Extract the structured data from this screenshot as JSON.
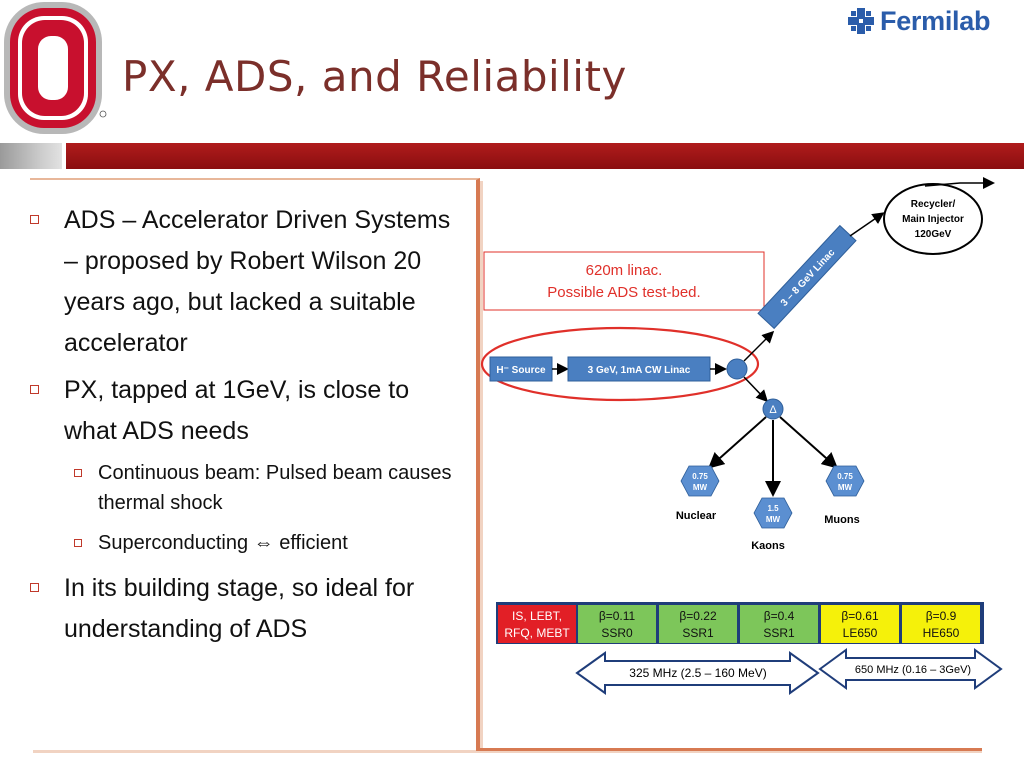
{
  "title": "PX, ADS, and Reliability",
  "brand": {
    "logo_text": "Fermilab",
    "accent": "#2a5caa",
    "title_color": "#7b2f2a",
    "band_color": "#a4161a"
  },
  "bullets": [
    {
      "text": "ADS – Accelerator Driven Systems – proposed by Robert Wilson 20 years ago, but lacked a suitable accelerator"
    },
    {
      "text": "PX, tapped at 1GeV, is close to what ADS needs",
      "sub": [
        {
          "text": "Continuous beam: Pulsed beam causes thermal shock"
        },
        {
          "text": "Superconducting ⇔ efficient"
        }
      ]
    },
    {
      "text": "In its building stage, so ideal for understanding of ADS"
    }
  ],
  "diagram": {
    "linac_note_1": "620m linac.",
    "linac_note_2": "Possible ADS test-bed.",
    "source": "H⁻ Source",
    "linac": "3 GeV, 1mA  CW Linac",
    "transfer": "3 – 8 GeV Linac",
    "recycler_1": "Recycler/",
    "recycler_2": "Main Injector",
    "recycler_3": "120GeV",
    "delta": "Δ",
    "nuclear_power_1": "0.75",
    "nuclear_power_2": "MW",
    "nuclear": "Nuclear",
    "kaons_power_1": "1.5",
    "kaons_power_2": "MW",
    "kaons": "Kaons",
    "muons_power_1": "0.75",
    "muons_power_2": "MW",
    "muons": "Muons",
    "sections": [
      {
        "line1": "IS, LEBT,",
        "line2": "RFQ, MEBT",
        "fill": "#e21f26",
        "color": "#ffffff"
      },
      {
        "line1": "β=0.11",
        "line2": "SSR0",
        "fill": "#7dc65a",
        "color": "#111111"
      },
      {
        "line1": "β=0.22",
        "line2": "SSR1",
        "fill": "#7dc65a",
        "color": "#111111"
      },
      {
        "line1": "β=0.4",
        "line2": "SSR1",
        "fill": "#7dc65a",
        "color": "#111111"
      },
      {
        "line1": "β=0.61",
        "line2": "LE650",
        "fill": "#f5f10a",
        "color": "#111111"
      },
      {
        "line1": "β=0.9",
        "line2": "HE650",
        "fill": "#f5f10a",
        "color": "#111111"
      }
    ],
    "freq_low": "325 MHz (2.5 – 160 MeV)",
    "freq_high": "650 MHz (0.16 – 3GeV)"
  }
}
